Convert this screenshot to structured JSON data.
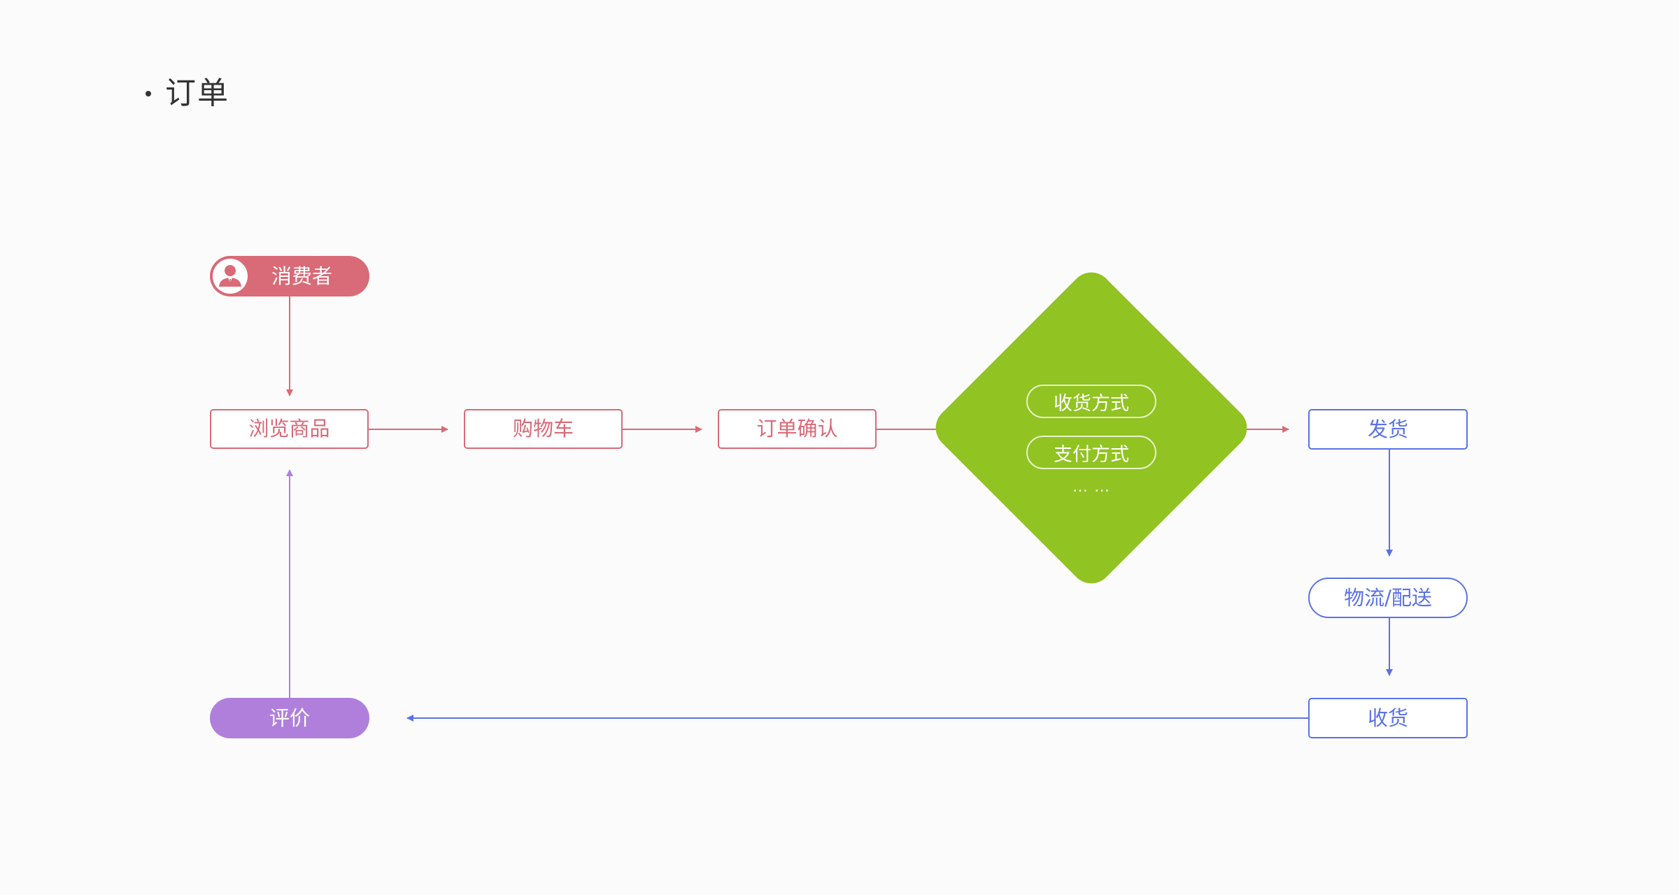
{
  "page": {
    "title": "订单"
  },
  "colors": {
    "consumer_flow": "#d96a77",
    "fulfillment_flow": "#5a72e6",
    "review_flow": "#b07fdc",
    "decision": "#91c322"
  },
  "nodes": {
    "consumer": "消费者",
    "browse": "浏览商品",
    "cart": "购物车",
    "confirm": "订单确认",
    "ship": "发货",
    "logistics": "物流/配送",
    "receive": "收货",
    "review": "评价"
  },
  "decision": {
    "options": [
      "收货方式",
      "支付方式"
    ],
    "more": "… …"
  },
  "icons": {
    "consumer_avatar": "user-avatar-icon"
  }
}
